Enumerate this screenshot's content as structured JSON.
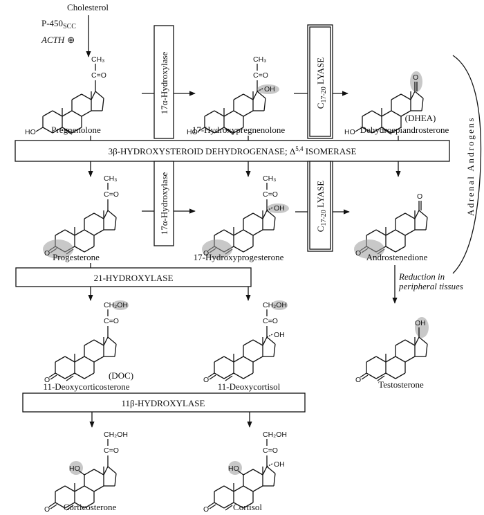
{
  "title": "Adrenal steroidogenesis pathway",
  "precursor": {
    "name": "Cholesterol",
    "enzyme": "P-450",
    "enzyme_subscript": "SCC",
    "regulator": "ACTH",
    "regulator_symbol": "⊕"
  },
  "enzymes": {
    "hydroxylase17_top": "17α-Hydroxylase",
    "hydroxylase17_mid": "17α-Hydroxylase",
    "lyase_prefix": "C",
    "lyase_subscript": "17-20",
    "lyase_suffix": " LYASE",
    "hsd3b_prefix": "3β-HYDROXYSTEROID DEHYDROGENASE; Δ",
    "hsd3b_superscript": "5,4",
    "hsd3b_suffix": " ISOMERASE",
    "hydroxylase21": "21-HYDROXYLASE",
    "hydroxylase11b": "11β-HYDROXYLASE"
  },
  "compounds": {
    "pregnenolone": {
      "name": "Pregnenolone"
    },
    "hydroxypregnenolone17": {
      "name": "17-Hydroxypregnenolone"
    },
    "dhea": {
      "name": "Dehydroepiandrosterone",
      "abbr": "(DHEA)"
    },
    "progesterone": {
      "name": "Progesterone"
    },
    "hydroxyprogesterone17": {
      "name": "17-Hydroxyprogesterone"
    },
    "androstenedione": {
      "name": "Androstenedione"
    },
    "doc": {
      "name": "11-Deoxycorticosterone",
      "abbr": "(DOC)"
    },
    "deoxycortisol11": {
      "name": "11-Deoxycortisol"
    },
    "testosterone": {
      "name": "Testosterone"
    },
    "corticosterone": {
      "name": "Corticosterone"
    },
    "cortisol": {
      "name": "Cortisol"
    }
  },
  "groups": {
    "ch3": "CH₃",
    "ch2oh": "CH₂OH",
    "c_eq_o": "C=O",
    "oh": "OH",
    "ho": "HO",
    "o": "O"
  },
  "reduction_note": {
    "line1": "Reduction in",
    "line2": "peripheral tissues"
  },
  "bracket_label": "Adrenal Androgens"
}
